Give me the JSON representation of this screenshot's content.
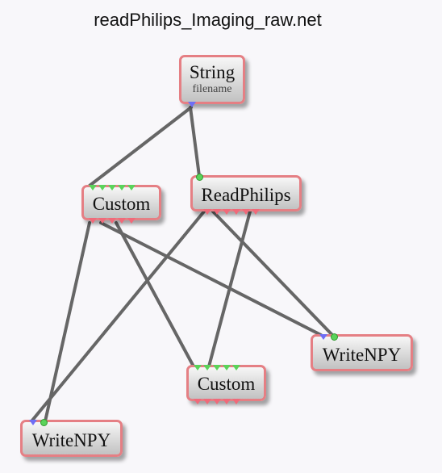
{
  "title": "readPhilips_Imaging_raw.net",
  "nodes": {
    "string": {
      "name": "String",
      "sub": "filename"
    },
    "custom_top": {
      "name": "Custom"
    },
    "readphilips": {
      "name": "ReadPhilips"
    },
    "writenpy_right": {
      "name": "WriteNPY"
    },
    "custom_bottom": {
      "name": "Custom"
    },
    "writenpy_left": {
      "name": "WriteNPY"
    }
  },
  "colors": {
    "node_border": "#e57f84",
    "edge": "#666666",
    "input_port": "#5ad35a",
    "output_port": "#f06a7a",
    "special_port": "#6e6ef5"
  }
}
